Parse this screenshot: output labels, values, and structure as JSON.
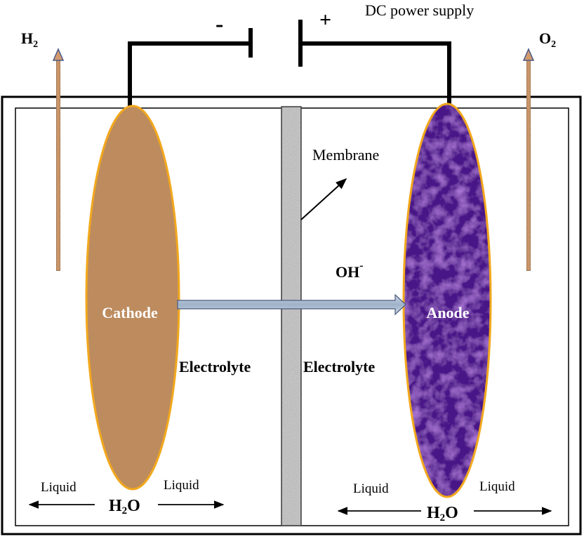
{
  "power_supply": {
    "label": "DC power supply",
    "negative_sign": "-",
    "positive_sign": "+"
  },
  "gases": {
    "left": {
      "base": "H",
      "sub": "2"
    },
    "right": {
      "base": "O",
      "sub": "2"
    }
  },
  "electrodes": {
    "cathode": {
      "label": "Cathode",
      "color": "#c08a5a"
    },
    "anode": {
      "label": "Anode",
      "color": "#4a1488"
    },
    "outline_color": "#f2a81d"
  },
  "membrane": {
    "label": "Membrane"
  },
  "ion": {
    "base": "OH",
    "sup": "-"
  },
  "electrolyte": {
    "left": "Electrolyte",
    "right": "Electrolyte"
  },
  "water": {
    "left": {
      "base": "H",
      "sub": "2",
      "tail": "O",
      "flow_left": "Liquid",
      "flow_right": "Liquid"
    },
    "right": {
      "base": "H",
      "sub": "2",
      "tail": "O",
      "flow_left": "Liquid",
      "flow_right": "Liquid"
    }
  }
}
